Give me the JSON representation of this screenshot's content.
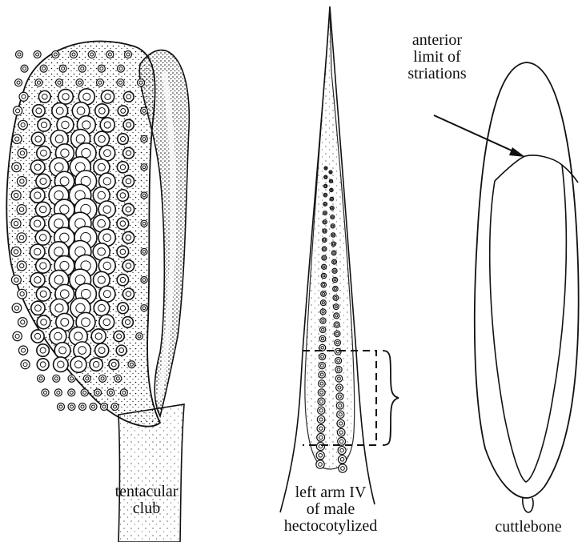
{
  "labels": {
    "tentacular_club": [
      "tentacular",
      "club"
    ],
    "arm": [
      "left arm IV",
      "of male",
      "hectocotylized"
    ],
    "cuttlebone": [
      "cuttlebone"
    ],
    "striations": [
      "anterior",
      "limit of",
      "striations"
    ]
  },
  "colors": {
    "ink": "#111111",
    "background": "#ffffff"
  }
}
